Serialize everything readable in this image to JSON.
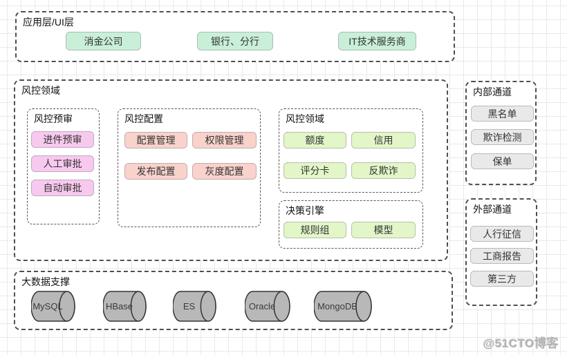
{
  "watermark": "@51CTO博客",
  "app_layer": {
    "title": "应用层/UI层",
    "items": [
      "消金公司",
      "银行、分行",
      "IT技术服务商"
    ]
  },
  "risk_domain": {
    "title": "风控领域",
    "groups": [
      {
        "title": "风控预审",
        "items": [
          "进件预审",
          "人工审批",
          "自动审批"
        ]
      },
      {
        "title": "风控配置",
        "items": [
          "配置管理",
          "权限管理",
          "发布配置",
          "灰度配置"
        ]
      },
      {
        "title": "风控领域",
        "items": [
          "额度",
          "信用",
          "评分卡",
          "反欺诈"
        ]
      },
      {
        "title": "决策引擎",
        "items": [
          "规则组",
          "模型"
        ]
      }
    ]
  },
  "internal_channel": {
    "title": "内部通道",
    "items": [
      "黑名单",
      "欺诈检测",
      "保单"
    ]
  },
  "external_channel": {
    "title": "外部通道",
    "items": [
      "人行征信",
      "工商报告",
      "第三方"
    ]
  },
  "bigdata": {
    "title": "大数据支撑",
    "databases": [
      "MySQL",
      "HBase",
      "ES",
      "Oracle",
      "MongoDB"
    ]
  },
  "colors": {
    "app_node": "#c9efd8",
    "pre_review_node": "#f8c9ef",
    "config_node": "#f9d2cc",
    "domain_node": "#e2f6c8",
    "channel_node": "#e9e9e9",
    "cylinder_fill": "#b8b8b8",
    "dashed_border": "#4f4f4f",
    "grid_line": "#e9e9e9"
  }
}
